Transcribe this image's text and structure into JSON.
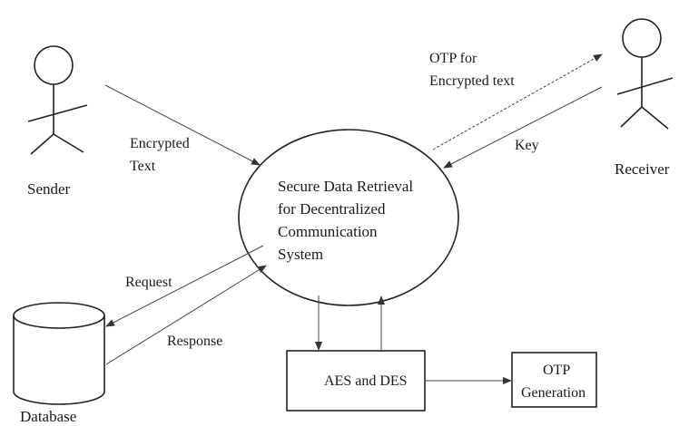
{
  "actors": {
    "sender": "Sender",
    "receiver": "Receiver",
    "database": "Database"
  },
  "center": {
    "lines": [
      "Secure Data Retrieval",
      "for Decentralized",
      "Communication",
      "System"
    ]
  },
  "boxes": {
    "aes_des": "AES and DES",
    "otp_generation": [
      "OTP",
      "Generation"
    ]
  },
  "edges": {
    "encrypted_text": [
      "Encrypted",
      "Text"
    ],
    "otp_for_encrypted_text": [
      "OTP for",
      "Encrypted text"
    ],
    "key": "Key",
    "request": "Request",
    "response": "Response"
  }
}
